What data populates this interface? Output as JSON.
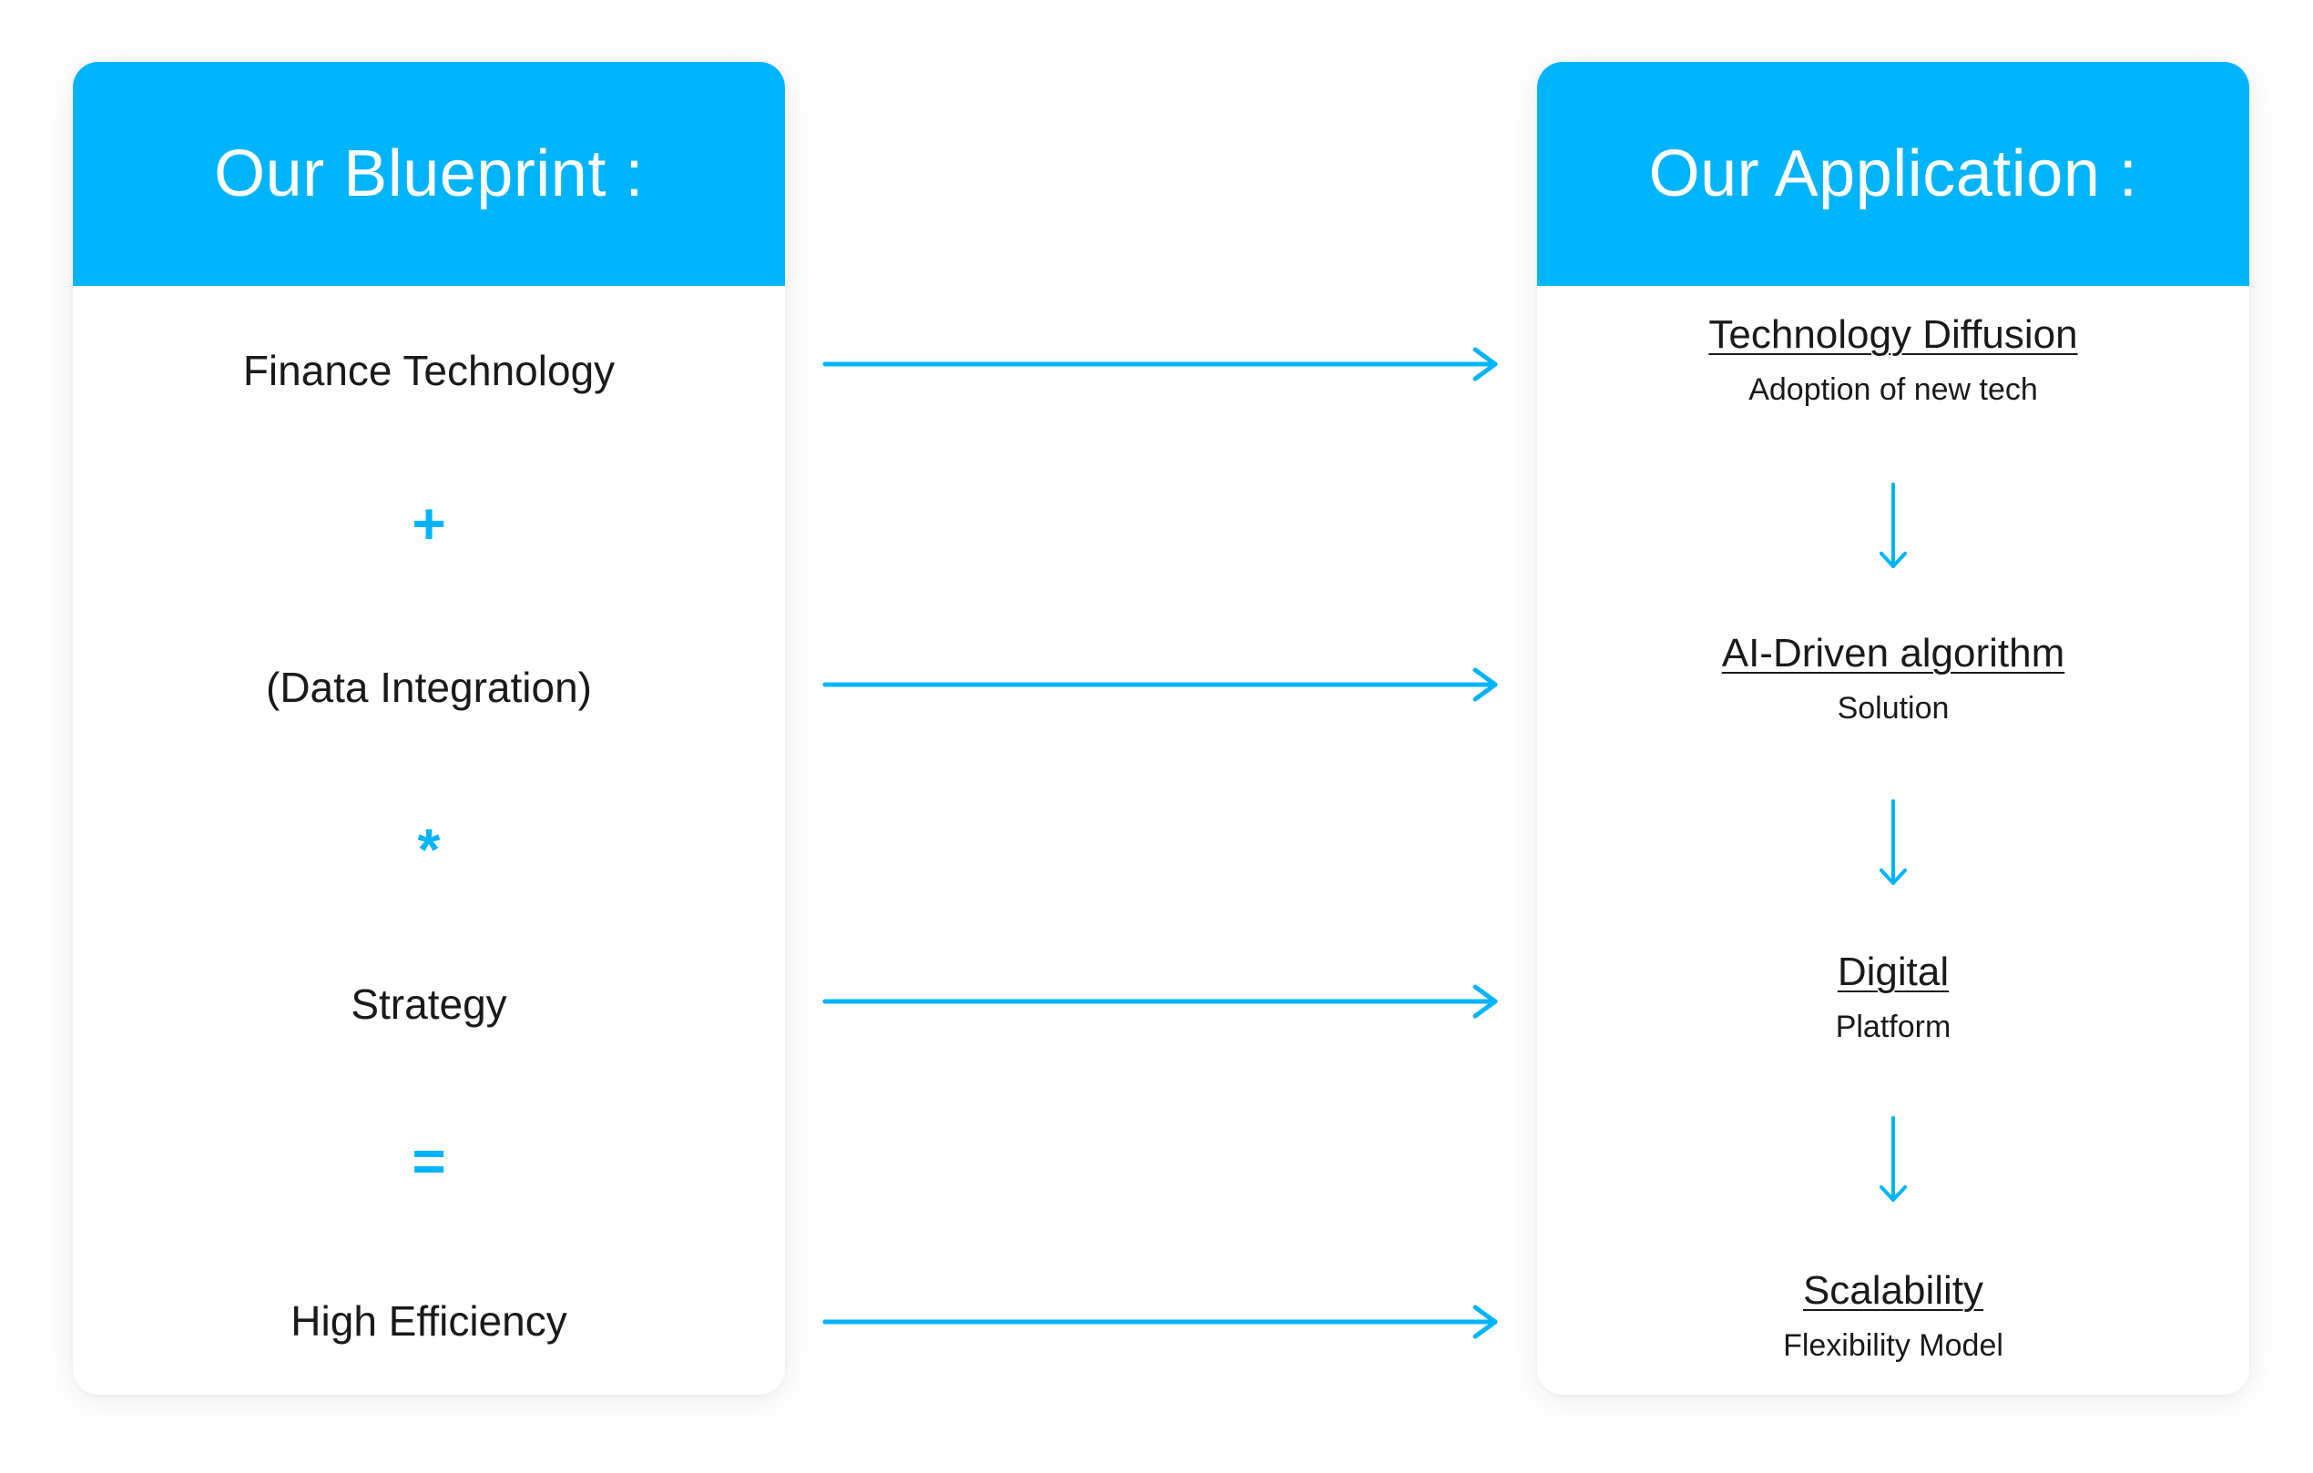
{
  "blueprint": {
    "title": "Our Blueprint :",
    "rows": [
      {
        "label": "Finance Technology"
      },
      {
        "operator": "+"
      },
      {
        "label": "(Data Integration)"
      },
      {
        "operator": "*"
      },
      {
        "label": "Strategy"
      },
      {
        "operator": "="
      },
      {
        "label": "High Efficiency"
      }
    ]
  },
  "application": {
    "title": "Our Application :",
    "items": [
      {
        "title": "Technology Diffusion",
        "subtitle": "Adoption of new tech"
      },
      {
        "title": "AI-Driven algorithm",
        "subtitle": "Solution"
      },
      {
        "title": "Digital",
        "subtitle": "Platform"
      },
      {
        "title": "Scalability",
        "subtitle": "Flexibility Model"
      }
    ]
  },
  "colors": {
    "accent": "#00b4fa",
    "text": "#1a1a1a",
    "card": "#ffffff"
  },
  "icons": {
    "horizontal": "arrow-right-icon",
    "vertical": "arrow-down-icon"
  }
}
